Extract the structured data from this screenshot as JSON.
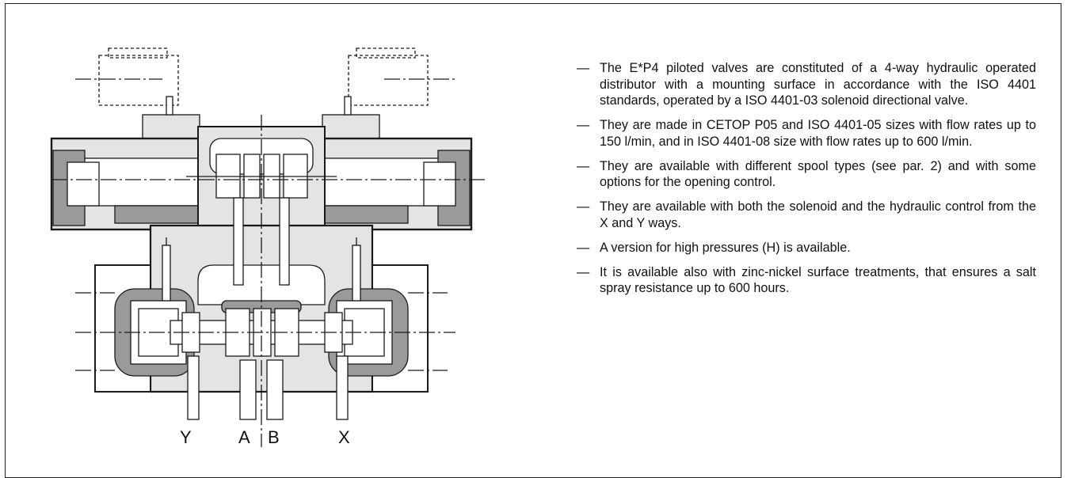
{
  "diagram": {
    "ports": [
      "Y",
      "A",
      "B",
      "X"
    ]
  },
  "description": {
    "bullet_marker": "—",
    "items": [
      "The E*P4 piloted valves are constituted of a 4-way hydraulic operated distributor with a mounting surface in accordance with the ISO 4401 standards, operated by a ISO 4401-03  solenoid directional valve.",
      "They are made in CETOP P05 and ISO 4401-05 sizes with flow rates up to 150 l/min, and in ISO 4401-08 size with flow rates up to 600 l/min.",
      "They are available with different spool types (see par. 2) and with some options for the opening control.",
      "They are available with both the solenoid and the hydraulic control from the X and Y ways.",
      "A version for high pressures (H) is available.",
      "It is available also with zinc-nickel surface treatments, that ensures a salt spray resistance up to 600 hours."
    ]
  },
  "colors": {
    "body_fill": "#e4e4e4",
    "seal_fill": "#9a9a9a",
    "line": "#1a1a1a"
  }
}
